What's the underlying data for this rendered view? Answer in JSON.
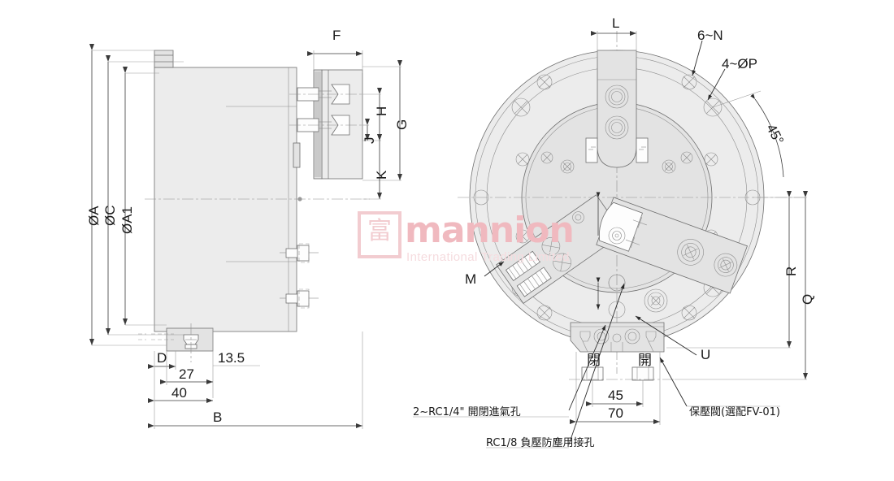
{
  "drawing": {
    "title": "Pneumatic rotary chuck technical drawing",
    "views": [
      {
        "name": "side-section-view",
        "position": "left"
      },
      {
        "name": "front-face-view",
        "position": "right"
      }
    ],
    "line_color": "#555555",
    "fill_color": "#ececec",
    "text_color": "#1a1a1a",
    "watermark_color": "#f0c9cc"
  },
  "watermark": {
    "brand": "mannion",
    "tagline": "International Trading Limited",
    "seal": "富"
  },
  "side_view": {
    "vertical_dimensions": [
      {
        "name": "dim-oa",
        "label": "ØA"
      },
      {
        "name": "dim-oc",
        "label": "ØC"
      },
      {
        "name": "dim-oa1",
        "label": "ØA1"
      },
      {
        "name": "dim-f",
        "label": "F"
      },
      {
        "name": "dim-g",
        "label": "G"
      },
      {
        "name": "dim-h",
        "label": "H"
      },
      {
        "name": "dim-j",
        "label": "J"
      },
      {
        "name": "dim-k",
        "label": "K"
      }
    ],
    "horizontal_dimensions": [
      {
        "name": "dim-d",
        "label": "D"
      },
      {
        "name": "dim-13-5",
        "label": "13.5"
      },
      {
        "name": "dim-27",
        "label": "27"
      },
      {
        "name": "dim-40",
        "label": "40"
      },
      {
        "name": "dim-b",
        "label": "B"
      }
    ]
  },
  "front_view": {
    "callouts": [
      {
        "name": "callout-l",
        "label": "L"
      },
      {
        "name": "callout-6n",
        "label": "6~N"
      },
      {
        "name": "callout-4op",
        "label": "4~ØP"
      },
      {
        "name": "callout-45deg",
        "label": "45°"
      },
      {
        "name": "callout-m",
        "label": "M"
      },
      {
        "name": "callout-u",
        "label": "U"
      },
      {
        "name": "callout-r",
        "label": "R"
      },
      {
        "name": "callout-q",
        "label": "Q"
      }
    ],
    "port_marks": [
      {
        "name": "port-mark-close",
        "label": "閉"
      },
      {
        "name": "port-mark-open",
        "label": "開"
      }
    ],
    "bottom_dimensions": [
      {
        "name": "dim-45",
        "label": "45"
      },
      {
        "name": "dim-70",
        "label": "70"
      }
    ],
    "notes": [
      {
        "name": "note-air-ports",
        "label": "2~RC1/4\" 開閉進氣孔"
      },
      {
        "name": "note-vacuum-port",
        "label": "RC1/8 負壓防塵用接孔"
      },
      {
        "name": "note-check-valve",
        "label": "保壓閥(選配FV-01)"
      }
    ]
  }
}
